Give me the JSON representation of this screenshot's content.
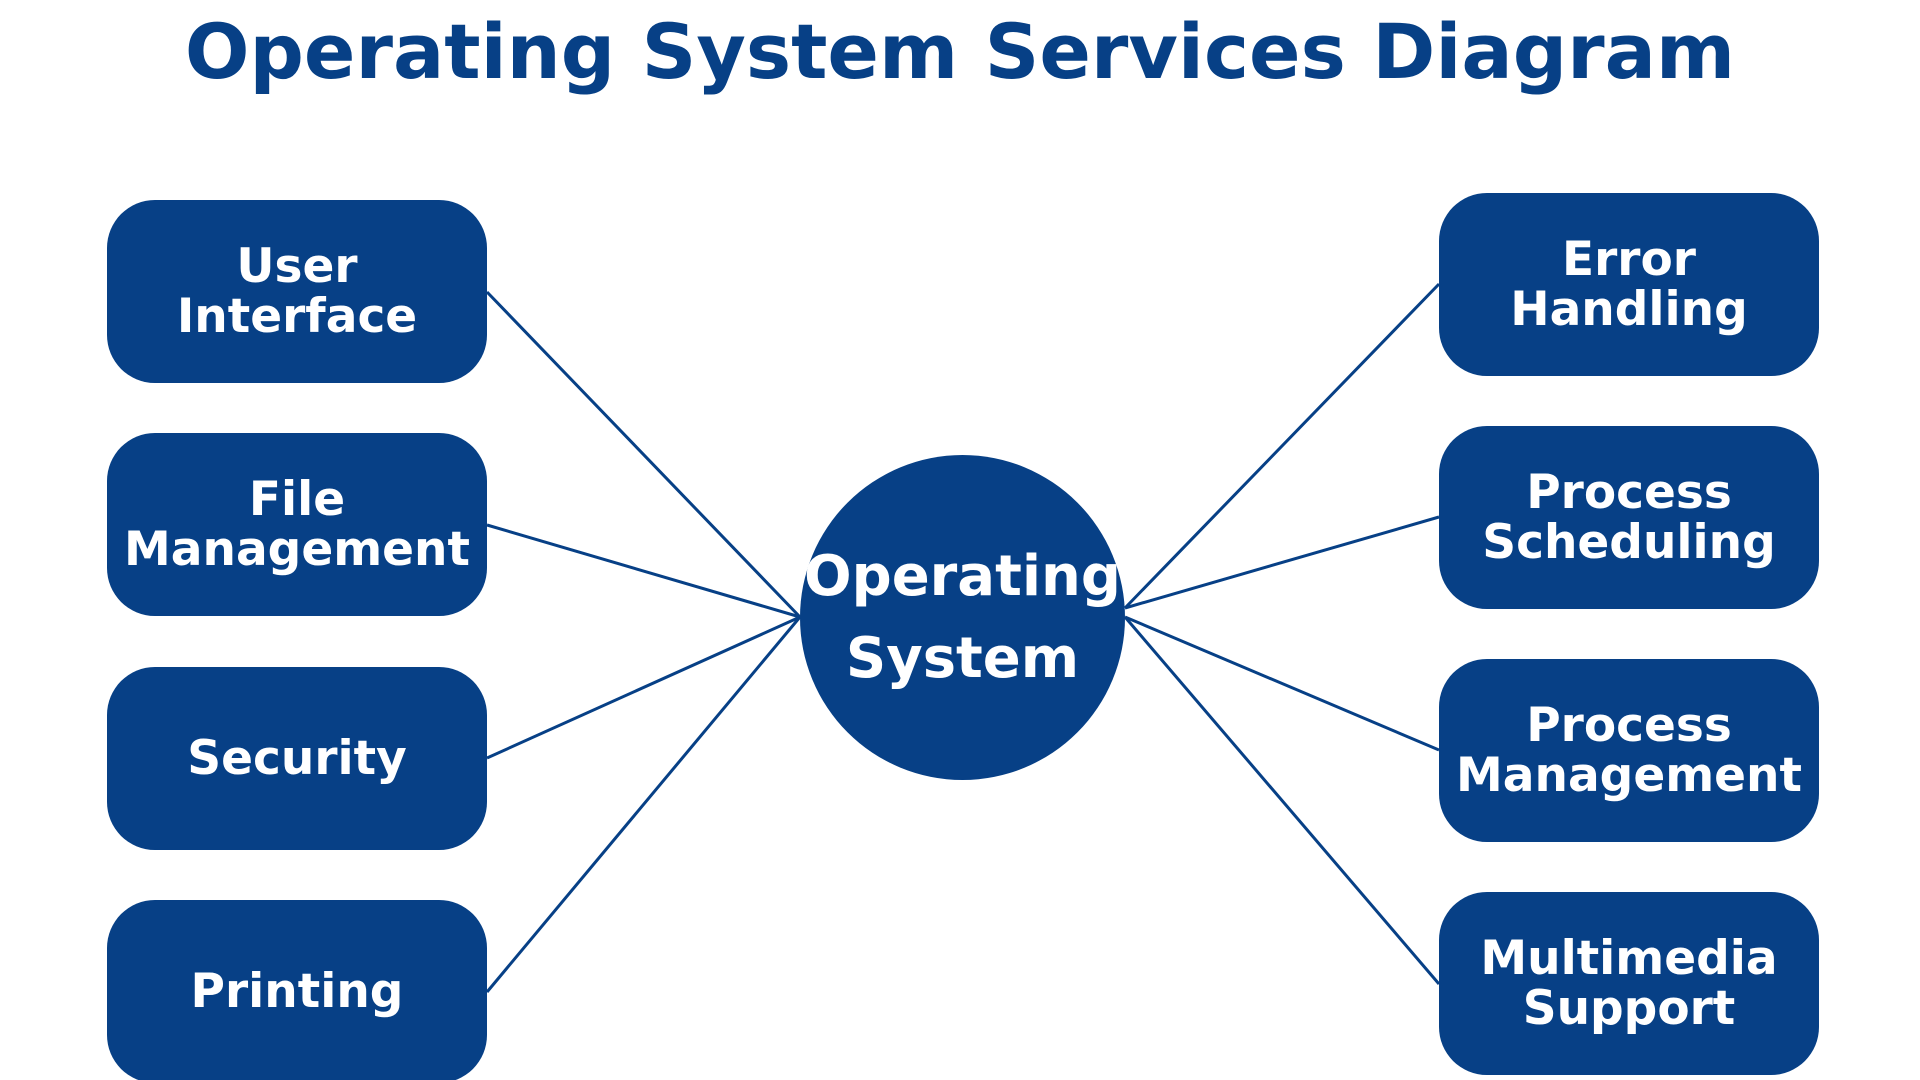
{
  "title": "Operating System Services Diagram",
  "colors": {
    "primary": "#074086",
    "text_on_primary": "#ffffff",
    "background": "#ffffff"
  },
  "center": {
    "label": "Operating\nSystem"
  },
  "services_left": [
    {
      "label": "User\nInterface"
    },
    {
      "label": "File\nManagement"
    },
    {
      "label": "Security"
    },
    {
      "label": "Printing"
    }
  ],
  "services_right": [
    {
      "label": "Error\nHandling"
    },
    {
      "label": "Process\nScheduling"
    },
    {
      "label": "Process\nManagement"
    },
    {
      "label": "Multimedia\nSupport"
    }
  ]
}
